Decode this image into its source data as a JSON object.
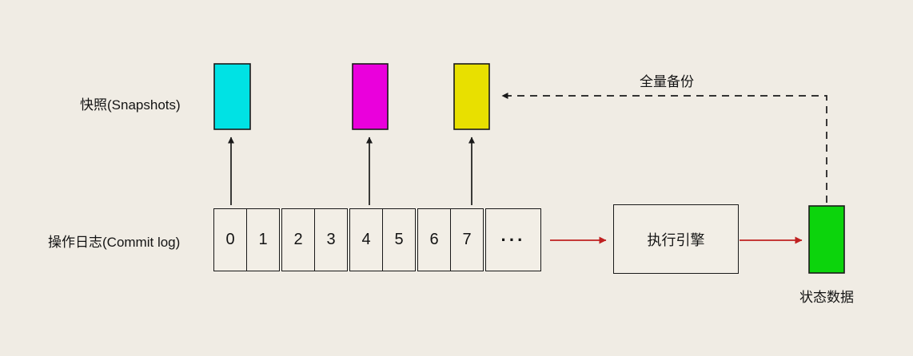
{
  "diagram": {
    "snapshots_label": "快照(Snapshots)",
    "commit_log_label": "操作日志(Commit log)",
    "full_backup_label": "全量备份",
    "engine_label": "执行引擎",
    "state_data_label": "状态数据",
    "ellipsis": "···"
  },
  "cells": [
    "0",
    "1",
    "2",
    "3",
    "4",
    "5",
    "6",
    "7"
  ],
  "colors": {
    "background": "#f0ece4",
    "snapshot_cyan": "#00e2e4",
    "snapshot_magenta": "#ea00dc",
    "snapshot_yellow": "#e8e000",
    "state_green": "#0cd40c",
    "arrow_red": "#bf2020",
    "line_black": "#1a1a1a"
  }
}
